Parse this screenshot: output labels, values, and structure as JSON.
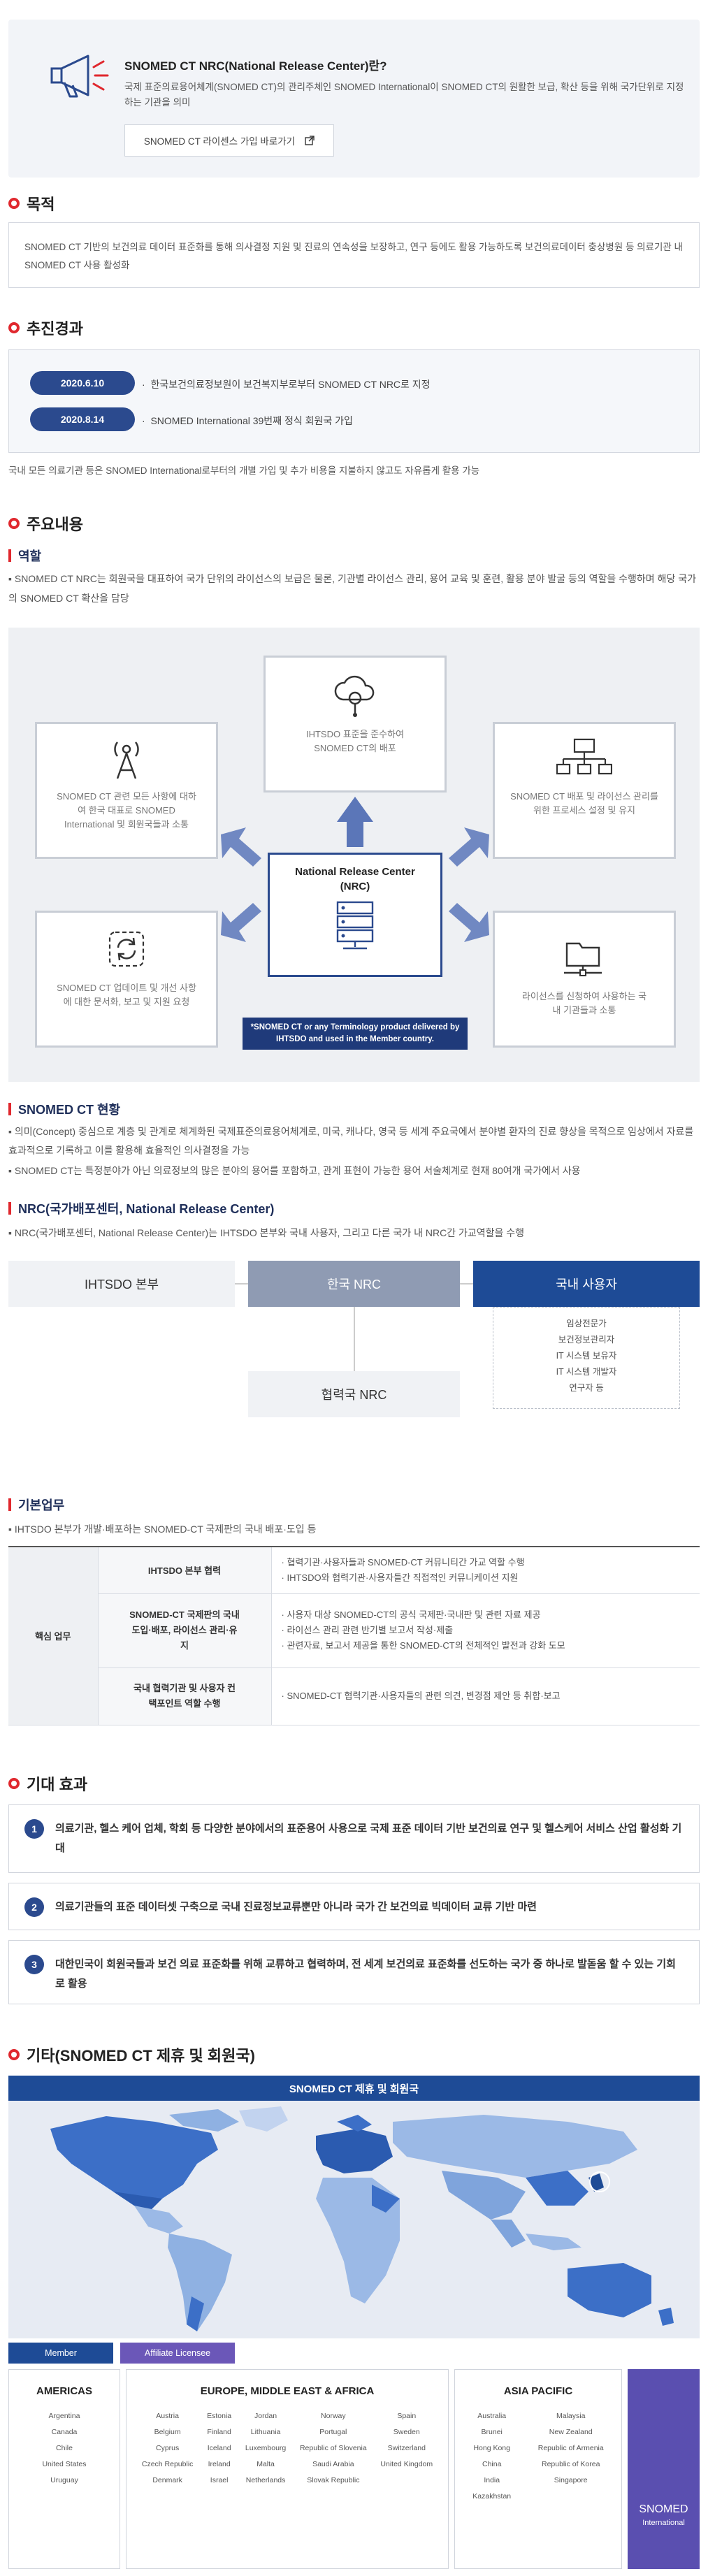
{
  "intro": {
    "title": "SNOMED CT NRC(National Release Center)란?",
    "desc": "국제 표준의료용어체계(SNOMED CT)의 관리주체인 SNOMED International이 SNOMED CT의 원활한 보급, 확산 등을 위해 국가단위로 지정하는 기관을 의미",
    "join_label": "SNOMED CT 라이센스 가입 바로가기"
  },
  "purpose": {
    "heading": "목적",
    "text": "SNOMED CT 기반의 보건의료 데이터 표준화를 통해 의사결정 지원 및 진료의 연속성을 보장하고, 연구 등에도 활용 가능하도록 보건의료데이터 충상병원 등 의료기관 내 SNOMED CT 사용 활성화"
  },
  "history": {
    "heading": "추진경과",
    "items": [
      {
        "date": "2020.6.10",
        "text": "한국보건의료정보원이 보건복지부로부터 SNOMED CT NRC로 지정"
      },
      {
        "date": "2020.8.14",
        "text": "SNOMED International 39번째 정식 회원국 가입"
      }
    ],
    "note": "국내 모든 의료기관 등은 SNOMED International로부터의 개별 가입 및 추가 비용을 지불하지 않고도 자유롭게 활용 가능"
  },
  "main": {
    "heading": "주요내용",
    "role": {
      "heading": "역할",
      "text": "SNOMED CT NRC는 회원국을 대표하여 국가 단위의 라이선스의 보급은 물론, 기관별 라이선스 관리, 용어 교육 및 훈련, 활용 분야 발굴 등의 역할을 수행하며 해당 국가의 SNOMED CT 확산을 담당"
    },
    "diagram": {
      "top": "IHTSDO 표준을 준수하여 SNOMED CT의 배포",
      "left": "SNOMED CT 관련 모든 사항에 대하여 한국 대표로 SNOMED International 및 회원국들과 소통",
      "right": "SNOMED CT 배포 및 라이선스 관리를 위한 프로세스 설정 및 유지",
      "bottom_left": "SNOMED CT 업데이트 및 개선 사항에 대한 문서화, 보고 및 지원 요청",
      "bottom_right": "라이선스를 신청하여 사용하는 국내 기관들과 소통",
      "center_title": "National Release Center",
      "center_sub": "(NRC)",
      "note": "*SNOMED CT or any Terminology product delivered by IHTSDO and used in the Member country."
    },
    "status": {
      "heading": "SNOMED CT 현황",
      "items": [
        "의미(Concept) 중심으로 계층 및 관계로 체계화된 국제표준의료용어체계로, 미국, 캐나다, 영국 등 세계 주요국에서 분야별 환자의 진료 향상을 목적으로 임상에서 자료를 효과적으로 기록하고 이를 활용해 효율적인 의사결정을 가능",
        "SNOMED CT는 특정분야가 아닌 의료정보의 많은 분야의 용어를 포함하고, 관계 표현이 가능한 용어 서술체계로 현재 80여개 국가에서 사용"
      ]
    },
    "nrc": {
      "heading": "NRC(국가배포센터, National Release Center)",
      "text": "NRC(국가배포센터, National Release Center)는 IHTSDO 본부와 국내 사용자, 그리고 다른 국가 내 NRC간 가교역할을 수행",
      "org": {
        "ihtsdo": "IHTSDO 본부",
        "korea": "한국 NRC",
        "domestic": "국내 사용자",
        "partner": "협력국 NRC",
        "users": [
          "임상전문가",
          "보건정보관리자",
          "IT 시스템 보유자",
          "IT 시스템 개발자",
          "연구자 등"
        ]
      }
    },
    "basic": {
      "heading": "기본업무",
      "text": "IHTSDO 본부가 개발·배포하는 SNOMED-CT 국제판의 국내 배포·도입 등",
      "row_head": "핵심 업무",
      "rows": [
        {
          "task": "IHTSDO 본부 협력",
          "details": [
            "협력기관·사용자들과 SNOMED-CT 커뮤니티간 가교 역할 수행",
            "IHTSDO와 협력기관·사용자들간 직접적인 커뮤니케이션 지원"
          ]
        },
        {
          "task": "SNOMED-CT 국제판의 국내 도입·배포, 라이선스 관리·유지",
          "details": [
            "사용자 대상 SNOMED-CT의 공식 국제판·국내판 및 관련 자료 제공",
            "라이선스 관리 관련 반기별 보고서 작성·제출",
            "관련자료, 보고서 제공을 통한 SNOMED-CT의 전체적인 발전과 강화 도모"
          ]
        },
        {
          "task": "국내 협력기관 및 사용자 컨택포인트 역할 수행",
          "details": [
            "SNOMED-CT 협력기관·사용자들의 관련 의견, 변경점 제안 등 취합·보고"
          ]
        }
      ]
    }
  },
  "expect": {
    "heading": "기대 효과",
    "items": [
      {
        "num": "1",
        "text": "의료기관, 헬스 케어 업체, 학회 등 다양한 분야에서의 표준용어 사용으로 국제 표준 데이터 기반 보건의료 연구 및 헬스케어 서비스 산업 활성화 기대"
      },
      {
        "num": "2",
        "text": "의료기관들의 표준 데이터셋 구축으로 국내 진료정보교류뿐만 아니라 국가 간 보건의료 빅데이터 교류 기반 마련"
      },
      {
        "num": "3",
        "text": "대한민국이 회원국들과 보건 의료 표준화를 위해 교류하고 협력하며, 전 세계 보건의료 표준화를 선도하는 국가 중 하나로 발돋움 할 수 있는 기회로 활용"
      }
    ]
  },
  "members": {
    "heading": "기타(SNOMED CT 제휴 및 회원국)",
    "map_title": "SNOMED CT 제휴 및 회원국",
    "legend_member": "Member",
    "legend_affiliate": "Affiliate Licensee",
    "americas": {
      "title": "AMERICAS",
      "countries": [
        "Argentina",
        "Canada",
        "Chile",
        "United States",
        "Uruguay"
      ]
    },
    "emea": {
      "title": "EUROPE, MIDDLE EAST & AFRICA",
      "cols": [
        [
          "Austria",
          "Belgium",
          "Cyprus",
          "Czech Republic",
          "Denmark"
        ],
        [
          "Estonia",
          "Finland",
          "Iceland",
          "Ireland",
          "Israel"
        ],
        [
          "Jordan",
          "Lithuania",
          "Luxembourg",
          "Malta",
          "Netherlands"
        ],
        [
          "Norway",
          "Portugal",
          "Republic of Slovenia",
          "Saudi Arabia",
          "Slovak Republic"
        ],
        [
          "Spain",
          "Sweden",
          "Switzerland",
          "United Kingdom"
        ]
      ]
    },
    "apac": {
      "title": "ASIA PACIFIC",
      "cols": [
        [
          "Australia",
          "Brunei",
          "Hong Kong",
          "China",
          "India",
          "Kazakhstan"
        ],
        [
          "Malaysia",
          "New Zealand",
          "Republic of Armenia",
          "Republic of Korea",
          "Singapore"
        ]
      ]
    },
    "brand_main": "SNOMED",
    "brand_sub": "International"
  },
  "colors": {
    "navy": "#2b4a8e",
    "red": "#e0282e",
    "purple": "#6b57b8"
  }
}
